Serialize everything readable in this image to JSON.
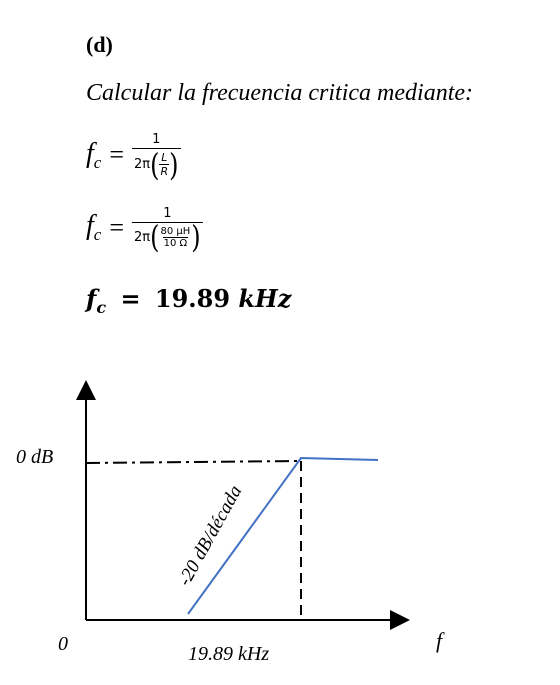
{
  "section_label": "(d)",
  "instruction": "Calcular la frecuencia critica mediante:",
  "formula1": {
    "lhs_var": "f",
    "lhs_sub": "c",
    "equals": "=",
    "numerator": "1",
    "den_prefix": "2π",
    "inner_num": "L",
    "inner_den": "R"
  },
  "formula2": {
    "lhs_var": "f",
    "lhs_sub": "c",
    "equals": "=",
    "numerator": "1",
    "den_prefix": "2π",
    "inner_num": "80 μH",
    "inner_den": "10 Ω"
  },
  "result": {
    "var": "f",
    "sub": "c",
    "equals": "=",
    "value": "19.89",
    "unit": "kHz"
  },
  "graph": {
    "y_label": "0 dB",
    "origin_label": "0",
    "x_label": "f",
    "corner_label": "19.89 kHz",
    "slope_label": "-20 dB/década",
    "line_color": "#4472c4"
  }
}
